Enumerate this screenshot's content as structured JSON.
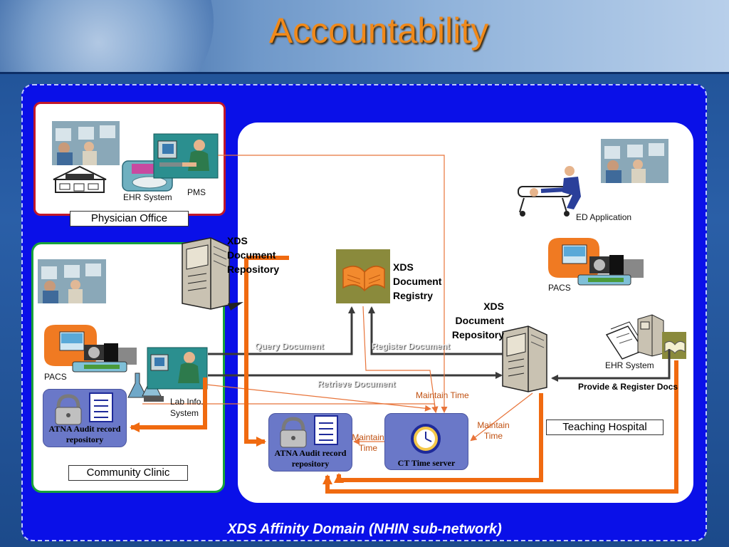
{
  "title": "Accountability",
  "footer": "XDS Affinity Domain (NHIN sub-network)",
  "panels": {
    "physician_office": "Physician Office",
    "community_clinic": "Community Clinic",
    "teaching_hospital": "Teaching Hospital"
  },
  "nodes": {
    "ehr_system_office": "EHR System",
    "pms": "PMS",
    "pacs_clinic": "PACS",
    "lab_info_system": "Lab Info. System",
    "ed_application": "ED Application",
    "pacs_hospital": "PACS",
    "ehr_system_hospital": "EHR System",
    "xds_repository_left": "XDS Document Repository",
    "xds_registry": "XDS Document Registry",
    "xds_repository_right": "XDS Document Repository",
    "atna_clinic": "ATNA Audit record repository",
    "atna_central": "ATNA Audit record repository",
    "ct_time_server": "CT Time server"
  },
  "connections": {
    "query_document": "Query Document",
    "register_document": "Register Document",
    "retrieve_document": "Retrieve Document",
    "maintain_time_center": "Maintain Time",
    "maintain_time_left": "Maintain Time",
    "maintain_time_right": "Maintain Time",
    "provide_register": "Provide & Register Docs"
  },
  "colors": {
    "title": "#f0891a",
    "domain_background": "#0a10e8",
    "audit_box": "#6a78c8",
    "thick_arrow": "#f06a10",
    "thin_arrow": "#e8743a",
    "dark_arrow": "#3a3a3a",
    "office_border": "#c1182a",
    "clinic_border": "#18a33a"
  },
  "icons": [
    "computer-lab-photo-icon",
    "house-icon",
    "person-at-computer-icon",
    "scanner-icon",
    "server-tower-icon",
    "book-registry-icon",
    "paramedic-stretcher-icon",
    "pacs-workstation-icon",
    "lab-flasks-icon",
    "padlock-icon",
    "notepad-icon",
    "clock-icon",
    "document-folder-icon"
  ]
}
